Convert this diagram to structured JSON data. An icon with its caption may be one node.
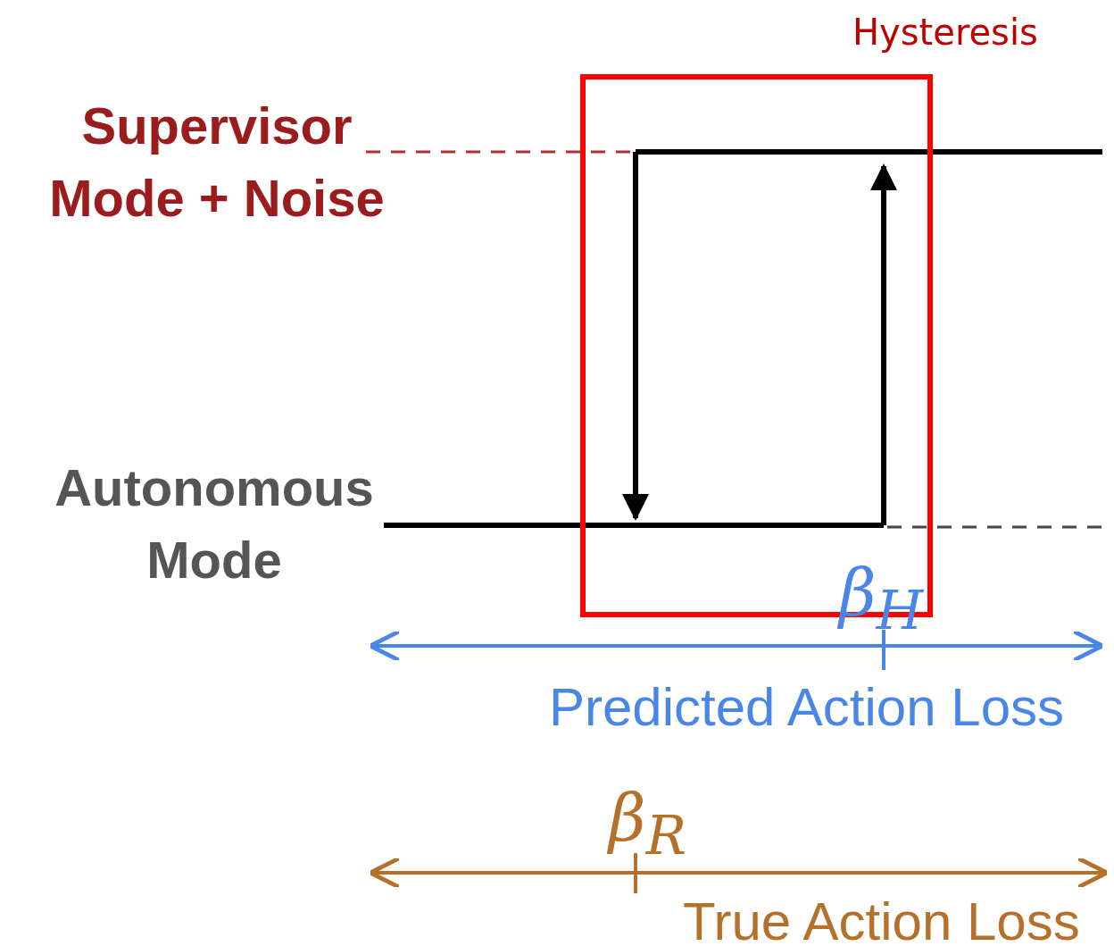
{
  "diagram": {
    "labels": [
      "Hysteresis",
      "Supervisor Mode + Noise",
      "Autonomous Mode",
      "β$_{H}$",
      "Predicted Action Loss",
      "β$_{R}$",
      "True Action Loss"
    ]
  }
}
